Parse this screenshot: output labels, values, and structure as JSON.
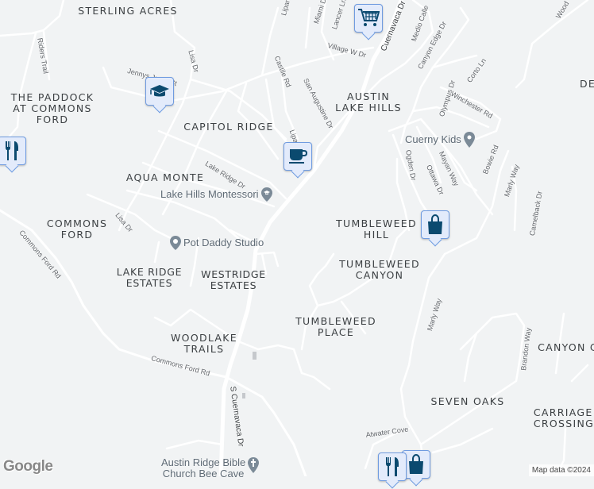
{
  "map": {
    "background_color": "#f1f3f4",
    "road_color": "#ffffff",
    "marker_color": "#0b4a6f",
    "areas": [
      {
        "id": "sterling-acres",
        "label": "STERLING ACRES"
      },
      {
        "id": "paddock",
        "label": "THE PADDOCK\nAT COMMONS\nFORD"
      },
      {
        "id": "capitol-ridge",
        "label": "CAPITOL RIDGE"
      },
      {
        "id": "austin-lake-hills",
        "label": "AUSTIN\nLAKE HILLS"
      },
      {
        "id": "aqua-monte",
        "label": "AQUA MONTE"
      },
      {
        "id": "commons-ford",
        "label": "COMMONS\nFORD"
      },
      {
        "id": "tumbleweed-hill",
        "label": "TUMBLEWEED\nHILL"
      },
      {
        "id": "tumbleweed-canyon",
        "label": "TUMBLEWEED\nCANYON"
      },
      {
        "id": "lake-ridge-estates",
        "label": "LAKE RIDGE\nESTATES"
      },
      {
        "id": "westridge-estates",
        "label": "WESTRIDGE\nESTATES"
      },
      {
        "id": "tumbleweed-place",
        "label": "TUMBLEWEED\nPLACE"
      },
      {
        "id": "woodlake-trails",
        "label": "WOODLAKE\nTRAILS"
      },
      {
        "id": "canyon",
        "label": "CANYON C"
      },
      {
        "id": "seven-oaks",
        "label": "SEVEN OAKS"
      },
      {
        "id": "carriage-crossing",
        "label": "CARRIAGE\nCROSSING"
      },
      {
        "id": "de",
        "label": "DE"
      }
    ],
    "streets": [
      {
        "id": "cuernavaca-dr",
        "label": "Cuernavaca Dr"
      },
      {
        "id": "s-cuernavaca-dr",
        "label": "S Cuernavaca Dr"
      },
      {
        "id": "riders-trail",
        "label": "Riders Trail"
      },
      {
        "id": "jennys-jump",
        "label": "Jennys Jump St"
      },
      {
        "id": "lisa-dr-1",
        "label": "Lisa Dr"
      },
      {
        "id": "lisa-dr-2",
        "label": "Lisa Dr"
      },
      {
        "id": "lipan",
        "label": "Lipan"
      },
      {
        "id": "lipan-2",
        "label": "Lipan"
      },
      {
        "id": "miami-dr",
        "label": "Miami Dr"
      },
      {
        "id": "lancer-ln",
        "label": "Lancer Ln"
      },
      {
        "id": "village-w-dr",
        "label": "Village W Dr"
      },
      {
        "id": "castile-rd",
        "label": "Castile Rd"
      },
      {
        "id": "san-augustine-dr",
        "label": "San Augustine Dr"
      },
      {
        "id": "medio-calle",
        "label": "Medio Calle"
      },
      {
        "id": "canyon-edge-dr",
        "label": "Canyon Edge Dr"
      },
      {
        "id": "olympus-dr",
        "label": "Olympus Dr"
      },
      {
        "id": "corto-ln",
        "label": "Corto Ln"
      },
      {
        "id": "winchester-rd",
        "label": "Winchester Rd"
      },
      {
        "id": "wood",
        "label": "Wood"
      },
      {
        "id": "lake-ridge-dr",
        "label": "Lake Ridge Dr"
      },
      {
        "id": "ogden-dr",
        "label": "Ogden Dr"
      },
      {
        "id": "ottawa-dr",
        "label": "Ottawa Dr"
      },
      {
        "id": "mayan-way",
        "label": "Mayan Way"
      },
      {
        "id": "bowie-rd",
        "label": "Bowie Rd"
      },
      {
        "id": "marly-way-1",
        "label": "Marly Way"
      },
      {
        "id": "marly-way-2",
        "label": "Marly Way"
      },
      {
        "id": "camelback-dr",
        "label": "Camelback Dr"
      },
      {
        "id": "commons-ford-rd-1",
        "label": "Commons Ford Rd"
      },
      {
        "id": "commons-ford-rd-2",
        "label": "Commons Ford Rd"
      },
      {
        "id": "brandon-way",
        "label": "Brandon Way"
      },
      {
        "id": "atwater-cove",
        "label": "Atwater Cove"
      }
    ],
    "places": [
      {
        "id": "lake-hills-montessori",
        "label": "Lake Hills Montessori",
        "icon": "school-pin-icon"
      },
      {
        "id": "cuerny-kids",
        "label": "Cuerny Kids",
        "icon": "location-pin-icon"
      },
      {
        "id": "pot-daddy-studio",
        "label": "Pot Daddy Studio",
        "icon": "art-pin-icon"
      },
      {
        "id": "austin-ridge-bible",
        "label": "Austin Ridge Bible\nChurch Bee Cave",
        "icon": "church-pin-icon"
      }
    ],
    "markers": [
      {
        "id": "school",
        "icon": "graduation-cap-icon"
      },
      {
        "id": "restaurant-west",
        "icon": "fork-knife-icon"
      },
      {
        "id": "cafe",
        "icon": "coffee-cup-icon"
      },
      {
        "id": "grocery",
        "icon": "shopping-cart-icon"
      },
      {
        "id": "shop",
        "icon": "shopping-bag-icon"
      },
      {
        "id": "restaurant-south",
        "icon": "fork-knife-icon"
      },
      {
        "id": "shop-south",
        "icon": "shopping-bag-icon"
      }
    ],
    "logo": "Google",
    "attribution": "Map data ©2024"
  }
}
